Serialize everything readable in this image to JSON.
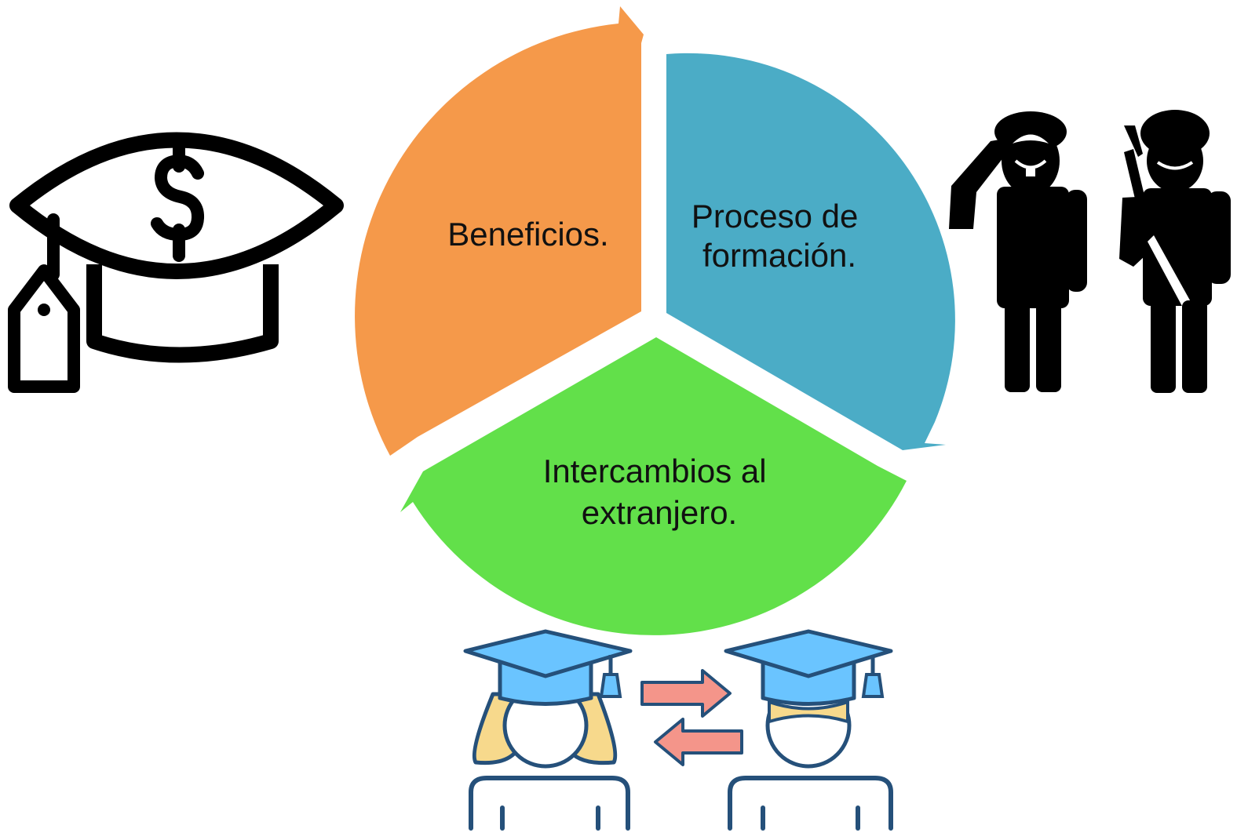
{
  "diagram": {
    "segments": [
      {
        "id": "beneficios",
        "label_lines": [
          "Beneficios."
        ],
        "color": "#F5994A",
        "icon": "graduation-cap-price-tag-icon"
      },
      {
        "id": "proceso",
        "label_lines": [
          "Proceso de",
          "formación."
        ],
        "color": "#4BACC6",
        "icon": "military-personnel-icon"
      },
      {
        "id": "intercambios",
        "label_lines": [
          "Intercambios al",
          "extranjero."
        ],
        "color": "#62E04A",
        "icon": "student-exchange-icon"
      }
    ],
    "colors": {
      "icon_black": "#000000",
      "cap_blue": "#6AC4FF",
      "outline_navy": "#25507A",
      "hair_yellow": "#F7D98C",
      "arrow_salmon": "#F4958A"
    }
  }
}
